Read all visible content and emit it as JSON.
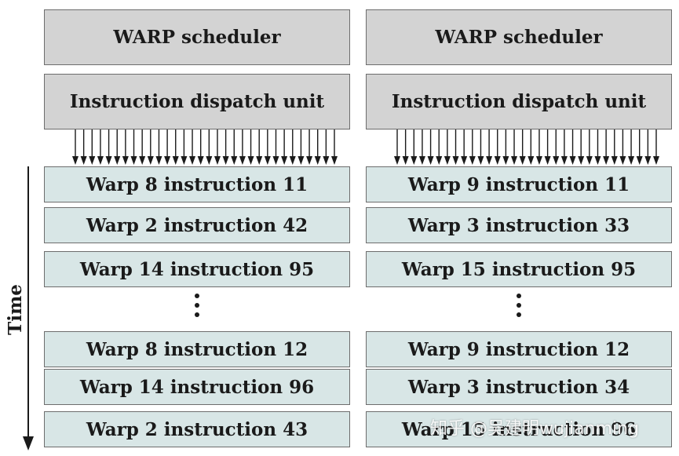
{
  "time_label": "Time",
  "columns": [
    {
      "scheduler": "WARP scheduler",
      "dispatch": "Instruction dispatch unit",
      "instructions_top": [
        "Warp 8 instruction 11",
        "Warp 2 instruction 42",
        "Warp 14 instruction 95"
      ],
      "instructions_bottom": [
        "Warp 8 instruction 12",
        "Warp 14 instruction 96",
        "Warp 2 instruction 43"
      ]
    },
    {
      "scheduler": "WARP scheduler",
      "dispatch": "Instruction dispatch unit",
      "instructions_top": [
        "Warp 9 instruction 11",
        "Warp 3 instruction 33",
        "Warp 15 instruction 95"
      ],
      "instructions_bottom": [
        "Warp 9 instruction 12",
        "Warp 3 instruction 34",
        "Warp 15 instruction 96"
      ]
    }
  ],
  "watermark": "知乎 @吴建明wujianming",
  "colors": {
    "unit_fill": "#d3d3d3",
    "instruction_fill": "#d8e6e6",
    "border": "#6d6d6d",
    "text": "#1a1a1a"
  }
}
